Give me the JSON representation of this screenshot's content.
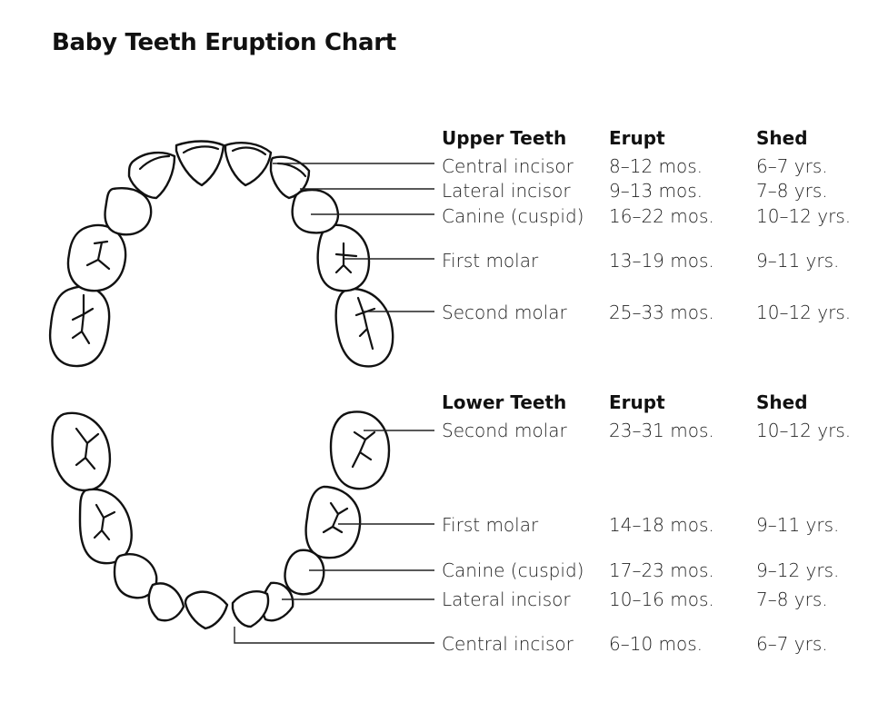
{
  "title": "Baby Teeth Eruption Chart",
  "upper": {
    "header": {
      "name": "Upper Teeth",
      "erupt": "Erupt",
      "shed": "Shed"
    },
    "rows": [
      {
        "name": "Central incisor",
        "erupt": "8–12 mos.",
        "shed": "6–7 yrs."
      },
      {
        "name": "Lateral incisor",
        "erupt": "9–13 mos.",
        "shed": "7–8 yrs."
      },
      {
        "name": "Canine (cuspid)",
        "erupt": "16–22 mos.",
        "shed": "10–12 yrs."
      },
      {
        "name": "First molar",
        "erupt": "13–19 mos.",
        "shed": "9–11 yrs."
      },
      {
        "name": "Second molar",
        "erupt": "25–33 mos.",
        "shed": "10–12 yrs."
      }
    ]
  },
  "lower": {
    "header": {
      "name": "Lower Teeth",
      "erupt": "Erupt",
      "shed": "Shed"
    },
    "rows": [
      {
        "name": "Second molar",
        "erupt": "23–31 mos.",
        "shed": "10–12 yrs."
      },
      {
        "name": "First molar",
        "erupt": "14–18 mos.",
        "shed": "9–11 yrs."
      },
      {
        "name": "Canine (cuspid)",
        "erupt": "17–23 mos.",
        "shed": "9–12 yrs."
      },
      {
        "name": "Lateral incisor",
        "erupt": "10–16 mos.",
        "shed": "7–8 yrs."
      },
      {
        "name": "Central incisor",
        "erupt": "6–10 mos.",
        "shed": "6–7 yrs."
      }
    ]
  }
}
